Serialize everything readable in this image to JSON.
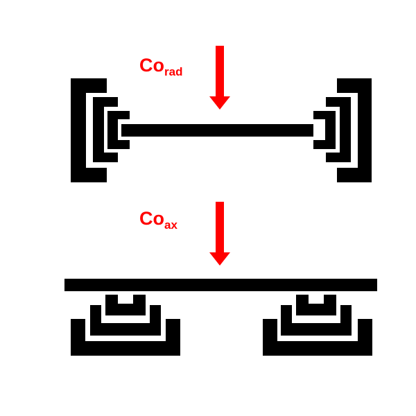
{
  "colors": {
    "structure": "#000000",
    "force": "#ff0000",
    "background": "#ffffff"
  },
  "top_panel": {
    "label_main": "Co",
    "label_sub": "rad",
    "arrow_direction": "down"
  },
  "bottom_panel": {
    "label_main": "Co",
    "label_sub": "ax",
    "arrow_direction": "down"
  }
}
